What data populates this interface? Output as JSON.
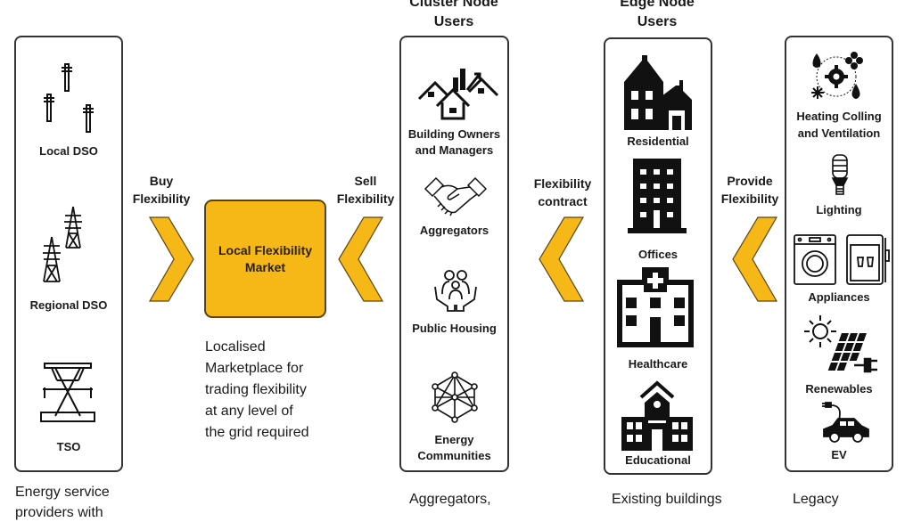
{
  "colors": {
    "accent": "#F5B817",
    "accent_border": "#5a4310",
    "ink": "#111111",
    "panel_border": "#333333"
  },
  "headers": {
    "cluster": "Cluster Node\nUsers",
    "cluster_line1": "Cluster Node",
    "cluster_line2": "Users",
    "edge_line1": "Edge Node",
    "edge_line2": "Users"
  },
  "grid_operators": {
    "items": [
      {
        "label": "Local DSO",
        "icon": "power-poles-icon"
      },
      {
        "label": "Regional DSO",
        "icon": "transmission-towers-icon"
      },
      {
        "label": "TSO",
        "icon": "substation-pylon-icon"
      }
    ],
    "footer": [
      "Energy service",
      "providers with"
    ]
  },
  "arrows": {
    "buy": [
      "Buy",
      "Flexibility"
    ],
    "sell": [
      "Sell",
      "Flexibility"
    ],
    "contract": [
      "Flexibility",
      "contract"
    ],
    "provide": [
      "Provide",
      "Flexibility"
    ]
  },
  "market": {
    "title_line1": "Local Flexibility",
    "title_line2": "Market",
    "description": [
      "Localised",
      "Marketplace for",
      "trading flexibility",
      "at any level of",
      "the grid required"
    ]
  },
  "cluster_users": {
    "items": [
      {
        "label": [
          "Building Owners",
          "and Managers"
        ],
        "icon": "houses-chart-icon"
      },
      {
        "label": [
          "Aggregators"
        ],
        "icon": "handshake-icon"
      },
      {
        "label": [
          "Public Housing"
        ],
        "icon": "family-hands-icon"
      },
      {
        "label": [
          "Energy",
          "Communities"
        ],
        "icon": "network-icon"
      }
    ],
    "footer": "Aggregators,"
  },
  "edge_users": {
    "items": [
      {
        "label": "Residential",
        "icon": "houses-icon"
      },
      {
        "label": "Offices",
        "icon": "office-building-icon"
      },
      {
        "label": "Healthcare",
        "icon": "hospital-icon"
      },
      {
        "label": "Educational",
        "icon": "school-icon"
      }
    ],
    "footer": "Existing buildings"
  },
  "assets": {
    "items": [
      {
        "label": [
          "Heating Colling",
          "and Ventilation"
        ],
        "icon": "hvac-icon"
      },
      {
        "label": [
          "Lighting"
        ],
        "icon": "bulb-icon"
      },
      {
        "label": [
          "Appliances"
        ],
        "icon": "appliances-icon"
      },
      {
        "label": [
          "Renewables"
        ],
        "icon": "solar-icon"
      },
      {
        "label": [
          "EV"
        ],
        "icon": "ev-icon"
      }
    ],
    "footer": "Legacy"
  }
}
